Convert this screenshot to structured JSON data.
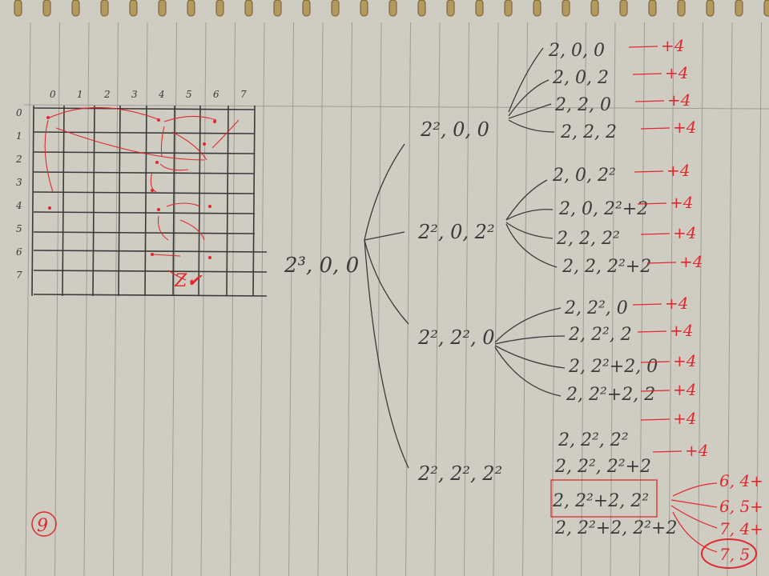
{
  "grid": {
    "col_labels": [
      "0",
      "1",
      "2",
      "3",
      "4",
      "5",
      "6",
      "7"
    ],
    "row_labels": [
      "0",
      "1",
      "2",
      "3",
      "4",
      "5",
      "6",
      "7"
    ]
  },
  "root_label": "2³, 0, 0",
  "level1": [
    "2², 0, 0",
    "2², 0, 2²",
    "2², 2², 0",
    "2², 2², 2²"
  ],
  "level2": [
    "2, 0, 0",
    "2, 0, 2",
    "2, 2, 0",
    "2, 2, 2",
    "2, 0, 2²",
    "2, 0, 2²+2",
    "2, 2, 2²",
    "2, 2, 2²+2",
    "2, 2², 0",
    "2, 2², 2",
    "2, 2²+2, 0",
    "2, 2²+2, 2",
    "2, 2², 2²",
    "2, 2², 2²+2",
    "2, 2²+2, 2²",
    "2, 2²+2, 2²+2"
  ],
  "plus_label": "+4",
  "side_labels": [
    "6, 4+",
    "6, 5+",
    "7, 4+",
    "7, 5"
  ],
  "page_marker": "9",
  "colors": {
    "pencil": "#3a3a3a",
    "red": "#e0282f",
    "paper": "#cfcdc2",
    "rule": "#9e9c95"
  }
}
